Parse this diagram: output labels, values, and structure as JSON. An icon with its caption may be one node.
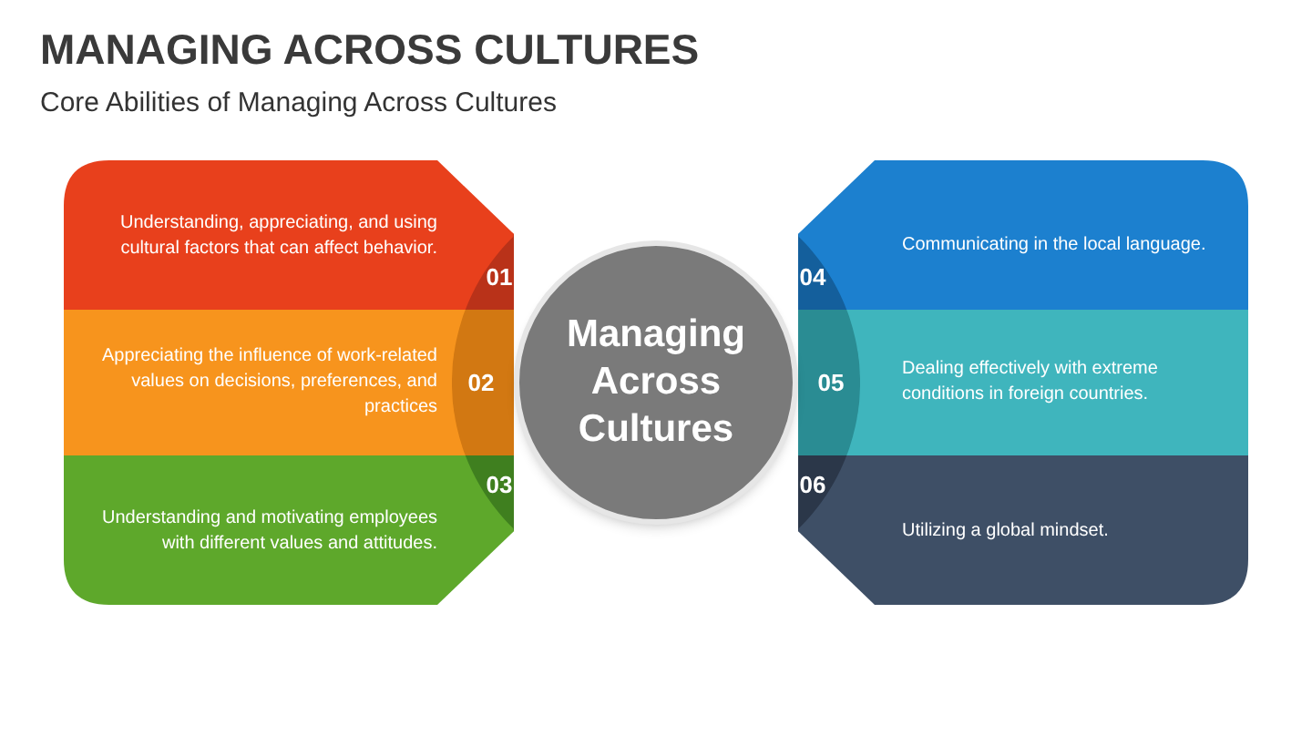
{
  "diagram": {
    "title": "MANAGING ACROSS CULTURES",
    "nodes": [
      {
        "text": [
          "Managing Across Cultures"
        ]
      },
      {
        "text": [
          "Understanding, appreciating, and using cultural factors that can affect behavior.",
          "01"
        ]
      },
      {
        "text": [
          "Appreciating the influence of work-related values on decisions, preferences, and practices",
          "02"
        ]
      },
      {
        "text": [
          "Understanding and motivating employees with different values and attitudes.",
          "03"
        ]
      },
      {
        "text": [
          "04",
          "Communicating in the local language."
        ]
      },
      {
        "text": [
          "05",
          "Dealing effectively with extreme conditions in foreign countries."
        ]
      },
      {
        "text": [
          "06",
          "Utilizing a global mindset."
        ]
      }
    ],
    "labels": [
      "Core Abilities of Managing Across Cultures"
    ]
  }
}
